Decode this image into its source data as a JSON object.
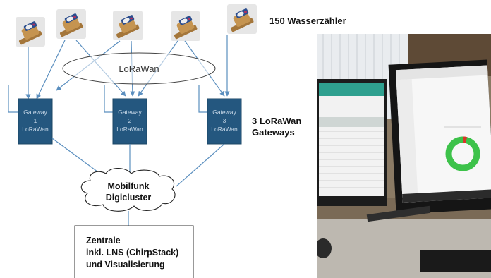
{
  "diagram": {
    "meter_count_label": "150 Wasserzähler",
    "lorawan_label": "LoRaWan",
    "gateways": [
      {
        "line1": "Gateway",
        "line2": "1",
        "line3": "LoRaWan"
      },
      {
        "line1": "Gateway",
        "line2": "2",
        "line3": "LoRaWan"
      },
      {
        "line1": "Gateway",
        "line2": "3",
        "line3": "LoRaWan"
      }
    ],
    "gateways_label_line1": "3 LoRaWan",
    "gateways_label_line2": "Gateways",
    "cloud_line1": "Mobilfunk",
    "cloud_line2": "Digicluster",
    "zentrale_line1": "Zentrale",
    "zentrale_line2": "inkl. LNS (ChirpStack)",
    "zentrale_line3": "und Visualisierung"
  },
  "photo": {
    "subject": "two computer monitors showing the visualization dashboard",
    "left_monitor_header_color": "#2fa08f",
    "donut_color": "#3dc24a",
    "donut_accent_color": "#d9352a"
  }
}
